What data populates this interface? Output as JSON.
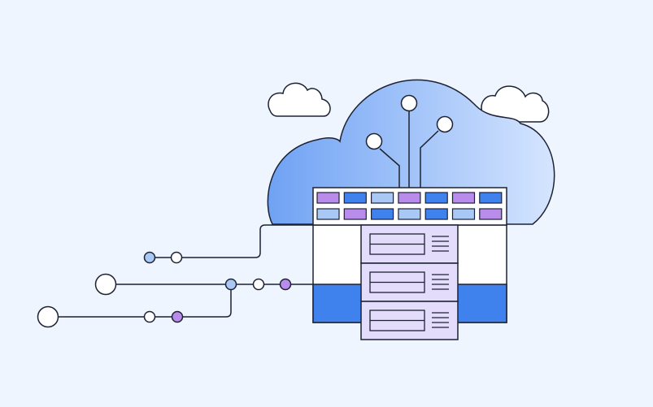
{
  "illustration": {
    "subject": "cloud-server-network",
    "colors": {
      "background": "#eef5ff",
      "outline": "#1d2233",
      "cloud_fill_left": "#6fa2f3",
      "cloud_fill_right": "#d5e5ff",
      "small_cloud_fill": "#ffffff",
      "node_white": "#ffffff",
      "node_blue": "#a9c8f5",
      "node_purple": "#b98cec",
      "led_purple": "#b98cec",
      "led_blue": "#3f82ee",
      "led_light_blue": "#a9c8f5",
      "rack_white": "#ffffff",
      "rack_blue": "#3f82ee",
      "server_unit": "#e3dcfb"
    },
    "led_rows": [
      [
        "purple",
        "blue",
        "light_blue",
        "purple",
        "blue",
        "purple",
        "blue"
      ],
      [
        "light_blue",
        "purple",
        "blue",
        "light_blue",
        "blue",
        "light_blue",
        "purple"
      ]
    ],
    "server_unit_count": 3,
    "network_lines": [
      {
        "nodes": [
          "blue",
          "white"
        ]
      },
      {
        "nodes": [
          "white-large",
          "blue",
          "white",
          "purple"
        ]
      },
      {
        "nodes": [
          "white-large",
          "white",
          "purple"
        ]
      }
    ]
  }
}
